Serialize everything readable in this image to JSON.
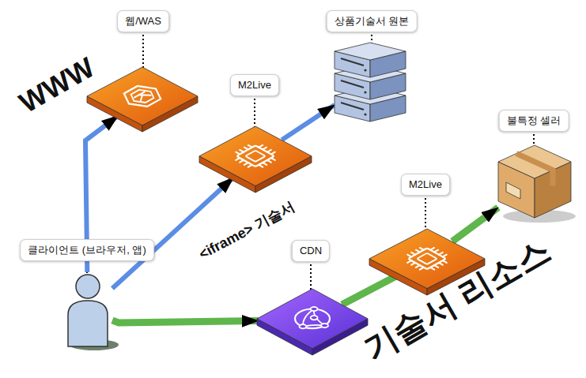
{
  "diagram": {
    "nodes": [
      {
        "text": [
          "웹/WAS"
        ]
      },
      {
        "text": [
          "M2Live"
        ]
      },
      {
        "text": [
          "상품기술서 원본"
        ]
      },
      {
        "text": [
          "클라이언트 (브라우저, 앱)"
        ]
      },
      {
        "text": [
          "CDN"
        ]
      },
      {
        "text": [
          "M2Live"
        ]
      },
      {
        "text": [
          "불특정 셀러"
        ]
      }
    ],
    "edges": [
      {
        "from": 3,
        "to": 0,
        "arrow": "to"
      },
      {
        "from": 3,
        "to": 1,
        "arrow": "to"
      },
      {
        "from": 1,
        "to": 2,
        "arrow": "to"
      },
      {
        "from": 3,
        "to": 4,
        "arrow": "to"
      },
      {
        "from": 4,
        "to": 5,
        "arrow": "none"
      },
      {
        "from": 5,
        "to": 6,
        "arrow": "to"
      }
    ],
    "labels": [
      "WWW",
      "<iframe> 기술서",
      "기술서 리소스"
    ]
  }
}
